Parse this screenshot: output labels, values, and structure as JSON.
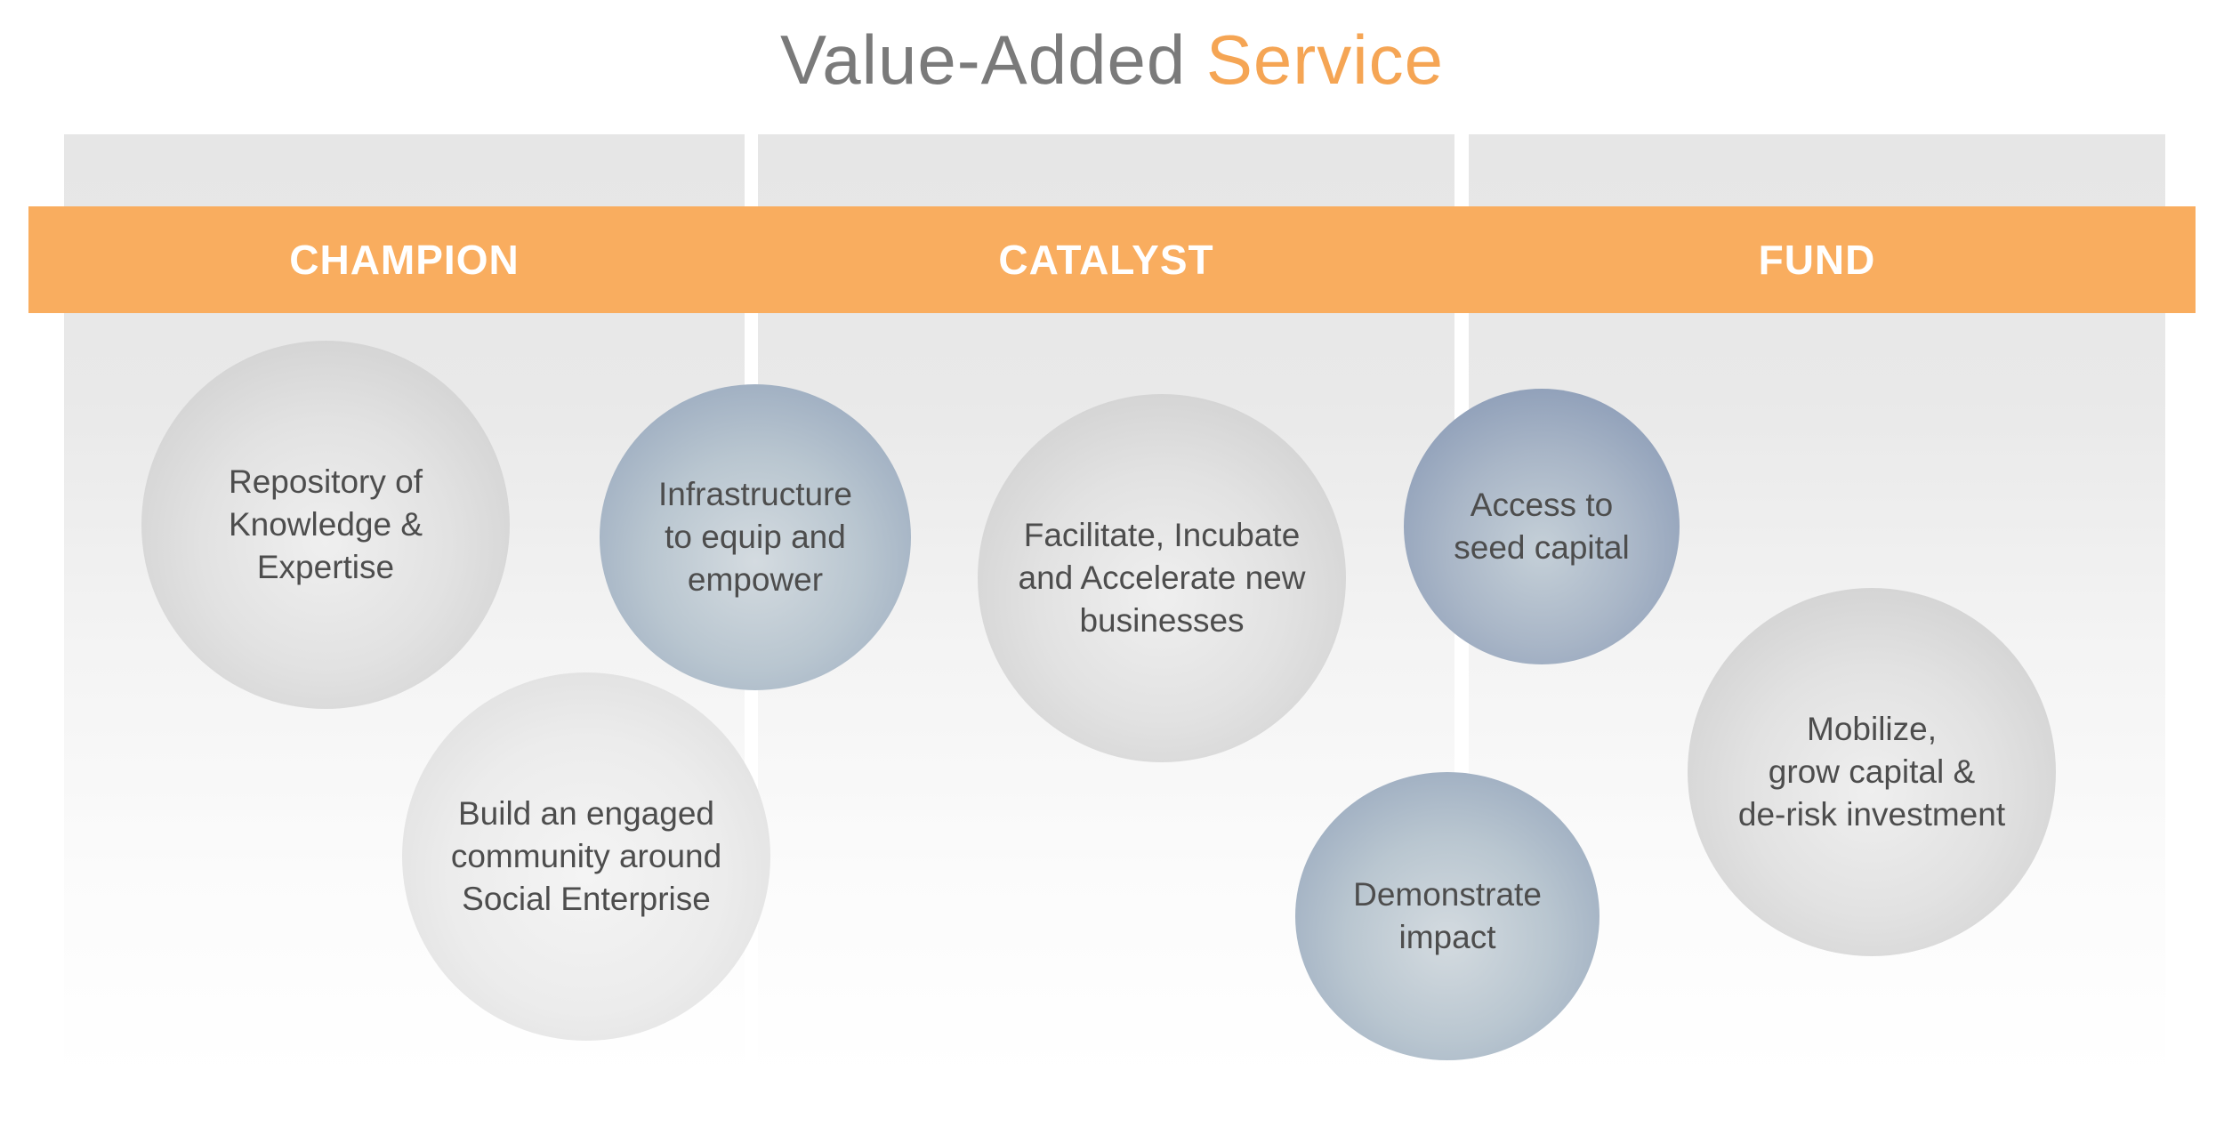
{
  "title": {
    "main": "Value-Added",
    "accent": "Service"
  },
  "colors": {
    "band": "#f9ad5f",
    "accent_text": "#f5a554",
    "title_text": "#7a7a7a",
    "circle_text": "#4d4d4d"
  },
  "columns": [
    {
      "label": "CHAMPION"
    },
    {
      "label": "CATALYST"
    },
    {
      "label": "FUND"
    }
  ],
  "circles": [
    {
      "text": "Repository of\nKnowledge &\nExpertise",
      "style": "grey"
    },
    {
      "text": "Infrastructure\nto equip and\nempower",
      "style": "blue"
    },
    {
      "text": "Build an engaged\ncommunity around\nSocial Enterprise",
      "style": "light"
    },
    {
      "text": "Facilitate, Incubate\nand Accelerate new\nbusinesses",
      "style": "grey"
    },
    {
      "text": "Access to\nseed capital",
      "style": "blue"
    },
    {
      "text": "Demonstrate\nimpact",
      "style": "blue"
    },
    {
      "text": "Mobilize,\ngrow capital &\nde-risk investment",
      "style": "grey"
    }
  ]
}
